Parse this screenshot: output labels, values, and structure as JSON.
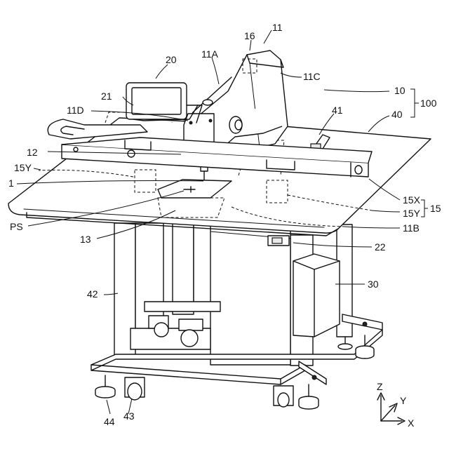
{
  "labels": {
    "l11": "11",
    "l16": "16",
    "l11A": "11A",
    "l20": "20",
    "l11C": "11C",
    "l21": "21",
    "l10": "10",
    "l100": "100",
    "l11D": "11D",
    "l40": "40",
    "l41": "41",
    "l12": "12",
    "l15Y_left": "15Y",
    "l1": "1",
    "l15X": "15X",
    "l15": "15",
    "l15Y_right": "15Y",
    "lPS": "PS",
    "l11B": "11B",
    "l13": "13",
    "l22": "22",
    "l30": "30",
    "l42": "42",
    "l44": "44",
    "l43": "43"
  },
  "axes": {
    "z": "Z",
    "y": "Y",
    "x": "X"
  }
}
